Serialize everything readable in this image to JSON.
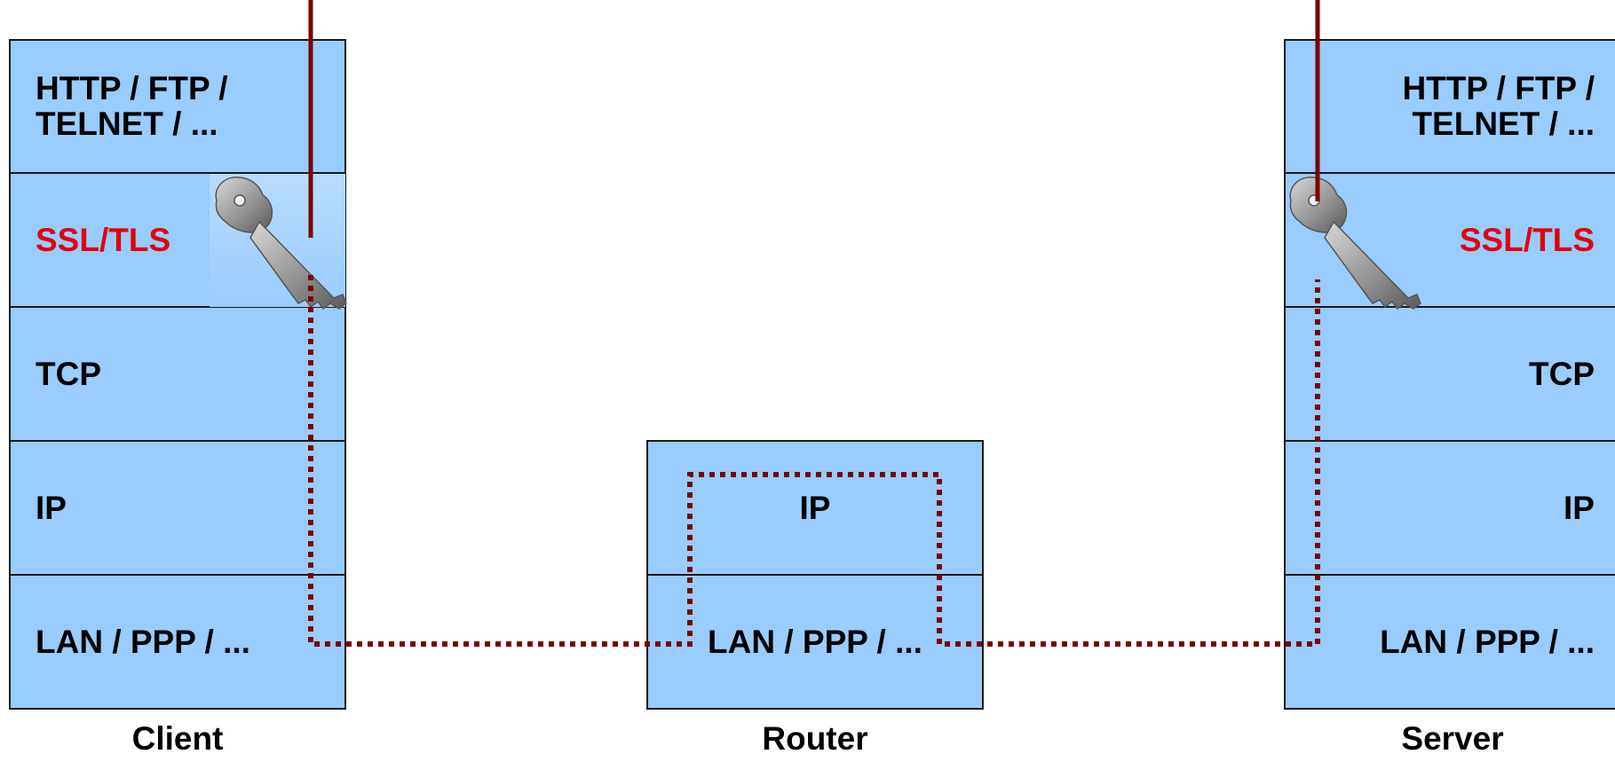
{
  "client": {
    "caption": "Client",
    "layers": [
      "HTTP / FTP / TELNET / ...",
      "SSL/TLS",
      "TCP",
      "IP",
      "LAN / PPP / ..."
    ]
  },
  "router": {
    "caption": "Router",
    "layers": [
      "IP",
      "LAN / PPP / ..."
    ]
  },
  "server": {
    "caption": "Server",
    "layers": [
      "HTTP / FTP / TELNET / ...",
      "SSL/TLS",
      "TCP",
      "IP",
      "LAN / PPP / ..."
    ]
  },
  "colors": {
    "layer_fill": "#99ccff",
    "ssl_text": "#e00010",
    "path": "#7a0000"
  },
  "icons": [
    "key-icon"
  ]
}
